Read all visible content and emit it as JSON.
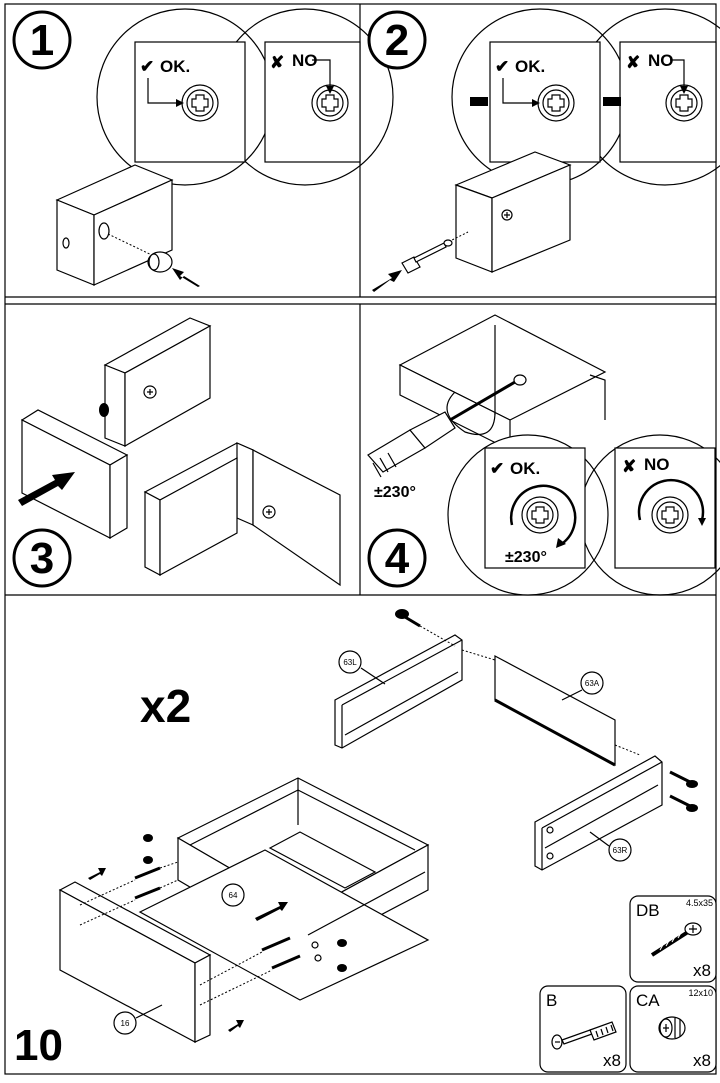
{
  "steps": [
    {
      "number": "1",
      "ok_label": "OK.",
      "no_label": "NO"
    },
    {
      "number": "2",
      "ok_label": "OK.",
      "no_label": "NO"
    },
    {
      "number": "3"
    },
    {
      "number": "4",
      "ok_label": "OK.",
      "no_label": "NO",
      "rotation_label": "±230°",
      "rotation_label_inner": "±230°"
    },
    {
      "number": "10",
      "multiplier": "x2",
      "part_labels": {
        "left_side": "63L",
        "back": "63A",
        "right_side": "63R",
        "bottom": "64",
        "front": "16"
      }
    }
  ],
  "hardware": [
    {
      "code": "DB",
      "size": "4.5x35",
      "qty": "x8",
      "icon": "screw-icon"
    },
    {
      "code": "B",
      "size": "",
      "qty": "x8",
      "icon": "cam-bolt-icon"
    },
    {
      "code": "CA",
      "size": "12x10",
      "qty": "x8",
      "icon": "cam-lock-icon"
    }
  ]
}
